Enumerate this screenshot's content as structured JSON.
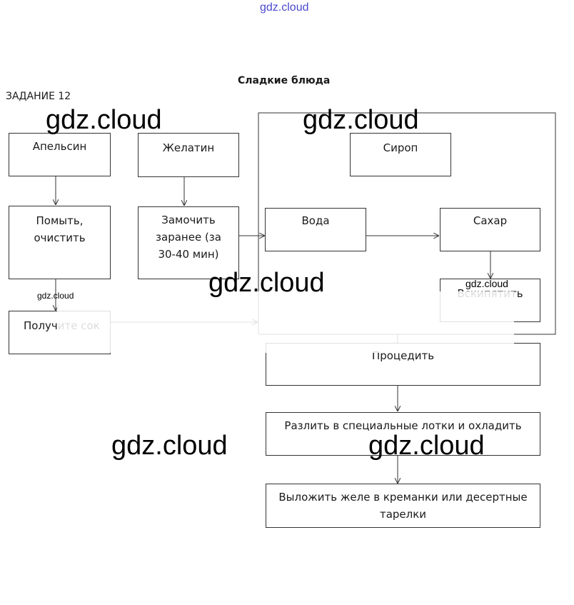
{
  "watermark_top": "gdz.cloud",
  "title": "Сладкие блюда",
  "task_label": "ЗАДАНИЕ 12",
  "watermarks": {
    "w1": "gdz.cloud",
    "w2": "gdz.cloud",
    "w3": "gdz.cloud",
    "w4": "gdz.cloud",
    "w5": "gdz.cloud",
    "small1": "gdz.cloud",
    "small2": "gdz.cloud"
  },
  "boxes": {
    "orange": "Апельсин",
    "gelatin": "Желатин",
    "wash_1": "Помыть,",
    "wash_2": "очистить",
    "soak_1": "Замочить",
    "soak_2": "заранее (за",
    "soak_3": "30-40 мин)",
    "juice": "Получите сок",
    "syrup": "Сироп",
    "water": "Вода",
    "sugar": "Сахар",
    "boil": "Вскипятить",
    "strain": "Процедить",
    "pour": "Разлить в специальные  лотки и охладить",
    "serve_1": "Выложить желе в креманки или десертные",
    "serve_2": "тарелки"
  }
}
